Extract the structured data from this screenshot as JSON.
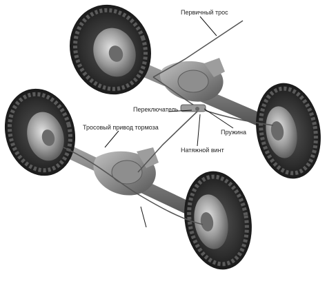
{
  "labels": {
    "primary_cable": "Первичный трос",
    "switch": "Переключатель",
    "spring": "Пружина",
    "tension_screw": "Натяжной винт",
    "cable_brake_drive": "Тросовый привод тормоза"
  },
  "colors": {
    "tire": "#2b2b2b",
    "tire_tread": "#4a4a4a",
    "rim": "#8c8c8c",
    "rim_light": "#c9c9c9",
    "axle": "#7a7a7a",
    "axle_dark": "#4f4f4f",
    "cable": "#555555",
    "leader": "#111111"
  }
}
